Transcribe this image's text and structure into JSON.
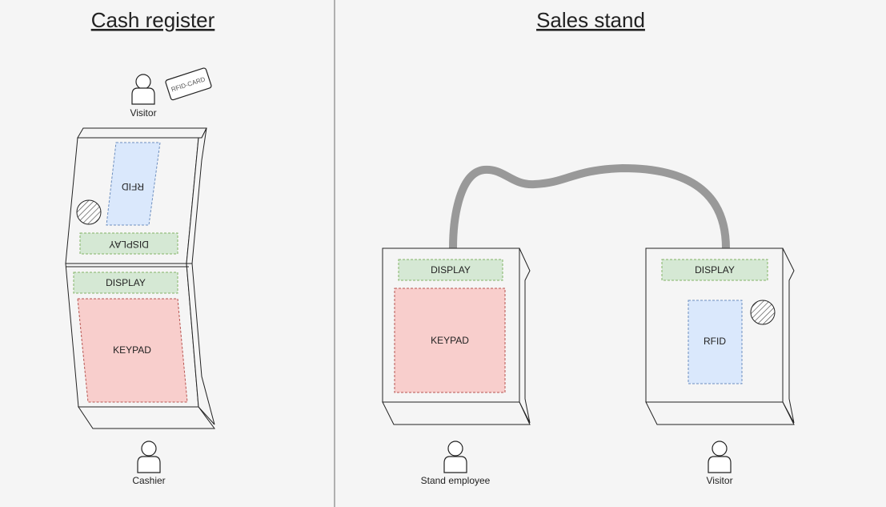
{
  "sections": {
    "cash_register_title": "Cash register",
    "sales_stand_title": "Sales stand"
  },
  "cash_register": {
    "visitor_label": "Visitor",
    "rfid_card_label": "RFID-CARD",
    "rfid_zone": "RFID",
    "display_top": "DISPLAY",
    "display_bottom": "DISPLAY",
    "keypad": "KEYPAD",
    "cashier_label": "Cashier"
  },
  "stand_left": {
    "display": "DISPLAY",
    "keypad": "KEYPAD",
    "person_label": "Stand employee"
  },
  "stand_right": {
    "display": "DISPLAY",
    "rfid": "RFID",
    "person_label": "Visitor"
  },
  "colors": {
    "display_fill": "#d5e8d4",
    "keypad_fill": "#f8cecc",
    "rfid_fill": "#dae8fc",
    "cable": "#999999"
  }
}
